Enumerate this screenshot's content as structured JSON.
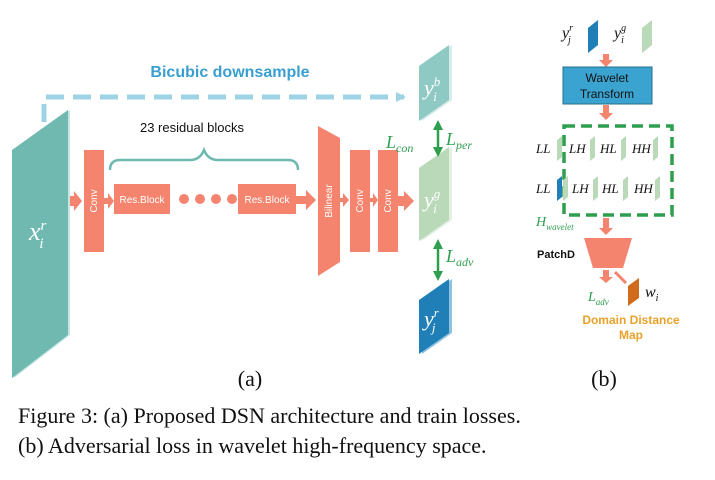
{
  "panel_a": {
    "top_label": "Bicubic downsample",
    "residual_label": "23 residual blocks",
    "blocks": {
      "conv": "Conv",
      "resblock": "Res.Block",
      "bilinear": "Bilinear"
    },
    "input": {
      "base": "x",
      "sup": "r",
      "sub": "i"
    },
    "out_b": {
      "base": "y",
      "sup": "b",
      "sub": "i"
    },
    "out_g": {
      "base": "y",
      "sup": "g",
      "sub": "i"
    },
    "out_r": {
      "base": "y",
      "sup": "r",
      "sub": "j"
    },
    "loss_con": {
      "base": "L",
      "sub": "con"
    },
    "loss_per": {
      "base": "L",
      "sub": "per"
    },
    "loss_adv": {
      "base": "L",
      "sub": "adv"
    },
    "panel_tag": "(a)"
  },
  "panel_b": {
    "in_r": {
      "base": "y",
      "sup": "r",
      "sub": "j"
    },
    "in_g": {
      "base": "y",
      "sup": "g",
      "sub": "i"
    },
    "wavelet_line1": "Wavelet",
    "wavelet_line2": "Transform",
    "bands": [
      "LL",
      "LH",
      "HL",
      "HH"
    ],
    "h_wavelet": {
      "base": "H",
      "sub": "wavelet"
    },
    "patchd": "PatchD",
    "loss_adv": {
      "base": "L",
      "sub": "adv"
    },
    "w": {
      "base": "w",
      "sub": "i"
    },
    "map_line1": "Domain Distance",
    "map_line2": "Map",
    "panel_tag": "(b)"
  },
  "caption": {
    "line1": "Figure 3: (a) Proposed DSN architecture and train losses.",
    "line2": "(b) Adversarial loss in wavelet high-frequency space."
  },
  "colors": {
    "salmon": "#f4846e",
    "teal_dark": "#6fb9b1",
    "teal_light": "#a9d8d3",
    "dashed_blue": "#9dd3e3",
    "label_blue": "#3a9fd0",
    "green": "#2e9e4f",
    "blue_plane": "#1f7fb6",
    "green_plane": "#b9d9b9",
    "wavelet_box": "#3ba3cf",
    "dist_orange": "#e8a12a",
    "w_orange": "#d06a1c"
  }
}
